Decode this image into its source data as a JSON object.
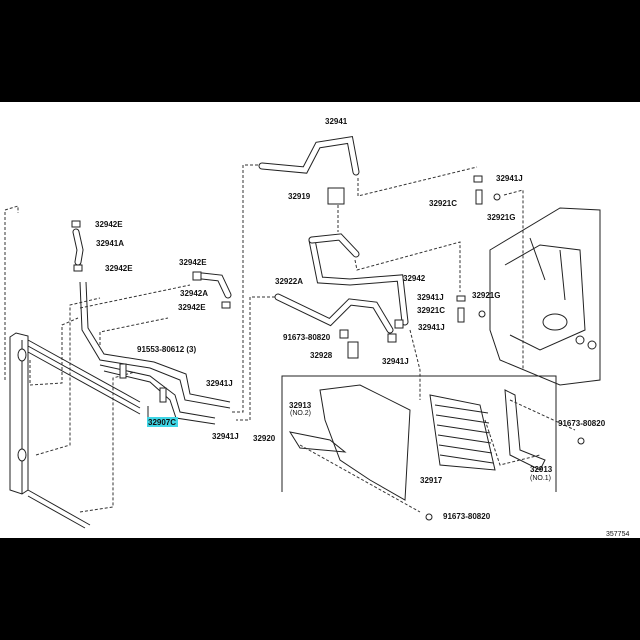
{
  "diagram_id": "357754",
  "highlight_color": "#3fd6e6",
  "labels": {
    "hose_32941": "32941",
    "bracket_32919": "32919",
    "clip_32941J_top": "32941J",
    "union_32921C_top": "32921C",
    "gasket_32921G_top": "32921G",
    "clip_32942E_a": "32942E",
    "hose_32941A": "32941A",
    "clip_32942E_b": "32942E",
    "clip_32942E_c": "32942E",
    "hose_32942A": "32942A",
    "clip_32942E_d": "32942E",
    "hose_32922A": "32922A",
    "hose_32942": "32942",
    "clip_32941J_mid": "32941J",
    "gasket_32921G_mid": "32921G",
    "union_32921C_mid": "32921C",
    "clip_32941J_mid2": "32941J",
    "bolt_91673_left": "91673-80820",
    "bracket_32928": "32928",
    "clip_32941J_low": "32941J",
    "bolt_91553": "91553-80612 (3)",
    "clip_32941J_pipe_top": "32941J",
    "pipe_32907C": "32907C",
    "clip_32941J_pipe_bottom": "32941J",
    "bracket_32913_no2": "32913",
    "bracket_32913_no2_sub": "(NO.2)",
    "cooler_32920": "32920",
    "duct_32917": "32917",
    "bolt_91673_right": "91673-80820",
    "bracket_32913_no1": "32913",
    "bracket_32913_no1_sub": "(NO.1)",
    "bolt_91673_bottom": "91673-80820"
  }
}
